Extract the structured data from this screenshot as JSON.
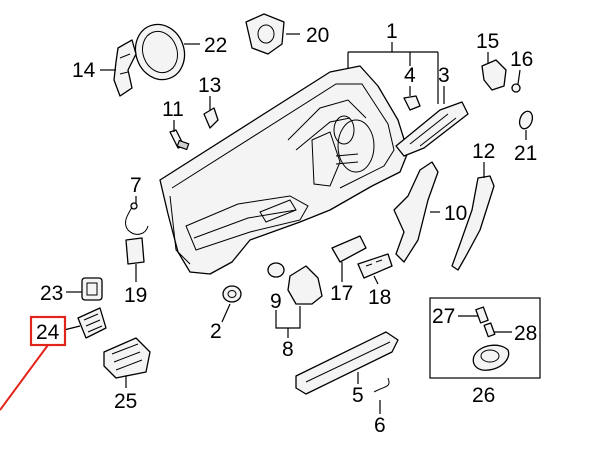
{
  "diagram": {
    "callouts": [
      {
        "id": "1",
        "label": "1"
      },
      {
        "id": "2",
        "label": "2"
      },
      {
        "id": "3",
        "label": "3"
      },
      {
        "id": "4",
        "label": "4"
      },
      {
        "id": "5",
        "label": "5"
      },
      {
        "id": "6",
        "label": "6"
      },
      {
        "id": "7",
        "label": "7"
      },
      {
        "id": "8",
        "label": "8"
      },
      {
        "id": "9",
        "label": "9"
      },
      {
        "id": "10",
        "label": "10"
      },
      {
        "id": "11",
        "label": "11"
      },
      {
        "id": "12",
        "label": "12"
      },
      {
        "id": "13",
        "label": "13"
      },
      {
        "id": "14",
        "label": "14"
      },
      {
        "id": "15",
        "label": "15"
      },
      {
        "id": "16",
        "label": "16"
      },
      {
        "id": "17",
        "label": "17"
      },
      {
        "id": "18",
        "label": "18"
      },
      {
        "id": "19",
        "label": "19"
      },
      {
        "id": "20",
        "label": "20"
      },
      {
        "id": "21",
        "label": "21"
      },
      {
        "id": "22",
        "label": "22"
      },
      {
        "id": "23",
        "label": "23"
      },
      {
        "id": "24",
        "label": "24"
      },
      {
        "id": "25",
        "label": "25"
      },
      {
        "id": "26",
        "label": "26"
      },
      {
        "id": "27",
        "label": "27"
      },
      {
        "id": "28",
        "label": "28"
      }
    ],
    "highlighted_callout": "24",
    "highlight_color": "#e3241b",
    "line_color": "#000000",
    "part_fill": "#f4f4f4"
  }
}
